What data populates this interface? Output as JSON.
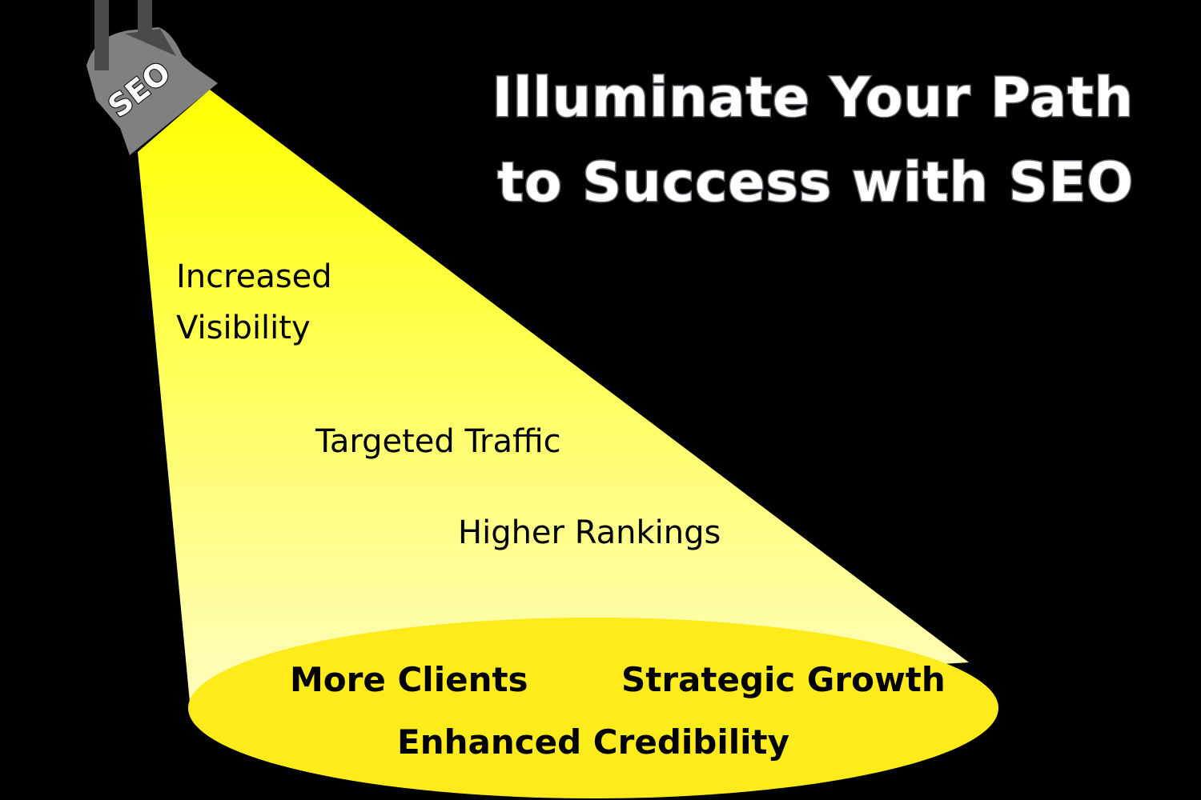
{
  "colors": {
    "background": "#000000",
    "beam_top": "#ffff00",
    "beam_bottom": "#fffcc0",
    "spot": "#fdeb1c",
    "lamp_body": "#808080",
    "lamp_arm": "#4a4a4a",
    "title_fill": "#ffffff",
    "title_stroke": "#6b6b75"
  },
  "lamp": {
    "label": "SEO"
  },
  "title": {
    "line1": "Illuminate Your Path",
    "line2": "to Success with SEO"
  },
  "beam_items": [
    {
      "line1": "Increased",
      "line2": "Visibility"
    },
    {
      "text": "Targeted Traffic"
    },
    {
      "text": "Higher Rankings"
    }
  ],
  "spot_items": [
    {
      "text": "More Clients"
    },
    {
      "text": "Strategic Growth"
    },
    {
      "text": "Enhanced Credibility"
    }
  ]
}
